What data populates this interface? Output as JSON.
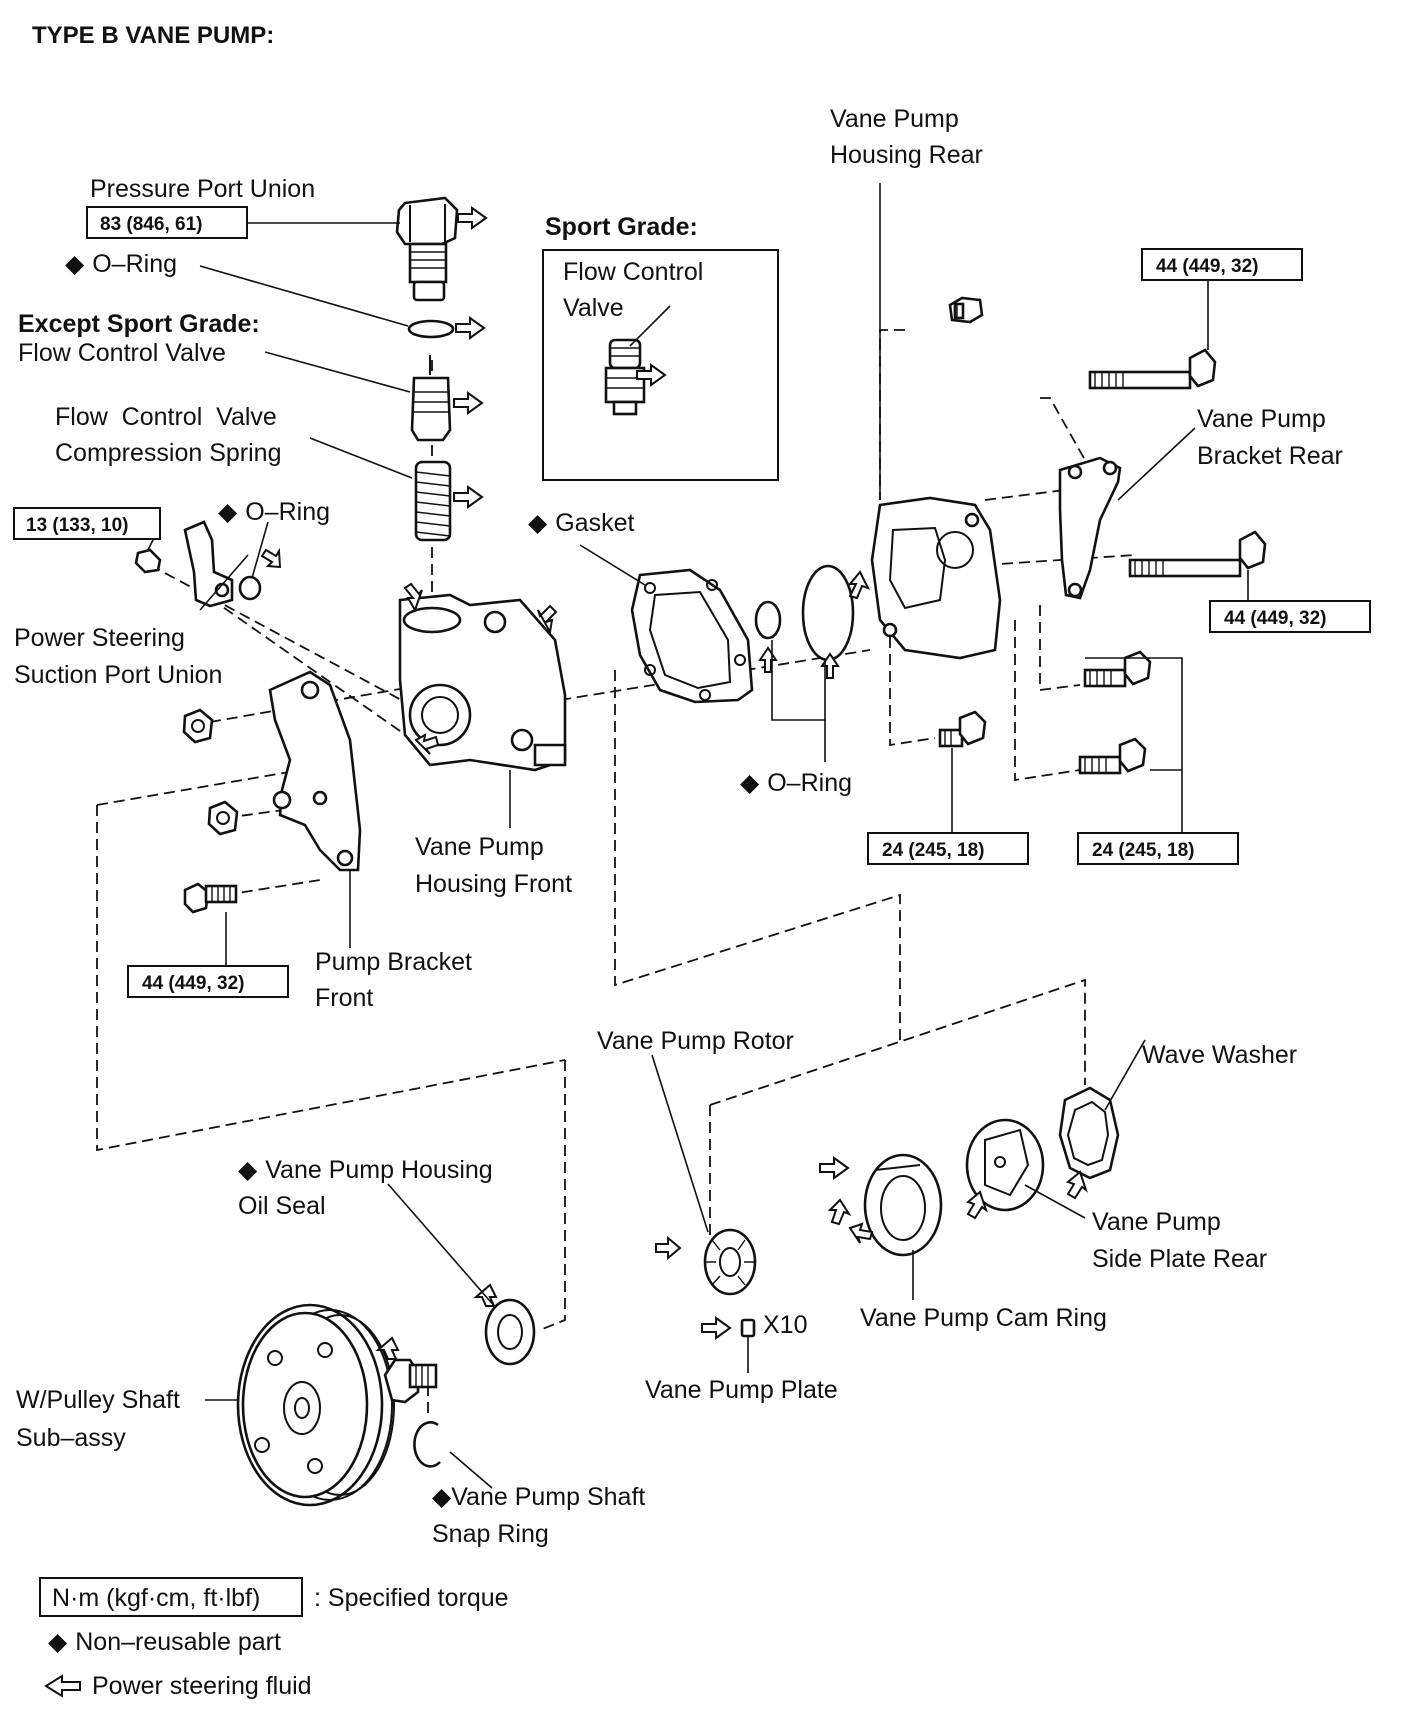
{
  "title": "TYPE B VANE PUMP:",
  "parts": {
    "pressure_port_union": "Pressure Port Union",
    "o_ring_top": "O–Ring",
    "except_sport_grade": "Except Sport Grade:",
    "flow_control_valve": "Flow Control Valve",
    "fcv_spring_1": "Flow  Control  Valve",
    "fcv_spring_2": "Compression Spring",
    "o_ring_suction": "O–Ring",
    "ps_suction_1": "Power Steering",
    "ps_suction_2": "Suction Port Union",
    "sport_grade": "Sport Grade:",
    "sport_fcv_1": "Flow Control",
    "sport_fcv_2": "Valve",
    "gasket": "Gasket",
    "housing_rear_1": "Vane Pump",
    "housing_rear_2": "Housing Rear",
    "bracket_rear_1": "Vane Pump",
    "bracket_rear_2": "Bracket Rear",
    "o_ring_mid": "O–Ring",
    "housing_front_1": "Vane Pump",
    "housing_front_2": "Housing Front",
    "bracket_front_1": "Pump Bracket",
    "bracket_front_2": "Front",
    "rotor": "Vane Pump Rotor",
    "wave_washer": "Wave Washer",
    "oil_seal_1": "Vane Pump Housing",
    "oil_seal_2": "Oil Seal",
    "side_plate_1": "Vane Pump",
    "side_plate_2": "Side Plate Rear",
    "cam_ring": "Vane Pump Cam Ring",
    "x10": "X10",
    "vane_plate": "Vane Pump Plate",
    "pulley_1": "W/Pulley Shaft",
    "pulley_2": "Sub–assy",
    "snap_ring_1": "Vane Pump Shaft",
    "snap_ring_2": "Snap Ring"
  },
  "torques": {
    "pressure_port": "83 (846, 61)",
    "suction_port": "13 (133, 10)",
    "rear_bolt_top": "44 (449, 32)",
    "rear_bolt_mid": "44 (449, 32)",
    "front_bolt": "44 (449, 32)",
    "housing_bolt_left": "24 (245, 18)",
    "housing_bolt_right": "24 (245, 18)"
  },
  "legend": {
    "torque_unit": "N·m (kgf·cm, ft·lbf)",
    "torque_desc": ": Specified torque",
    "non_reusable": "Non–reusable part",
    "fluid": "Power steering fluid"
  },
  "symbols": {
    "non_reusable": "◆"
  }
}
